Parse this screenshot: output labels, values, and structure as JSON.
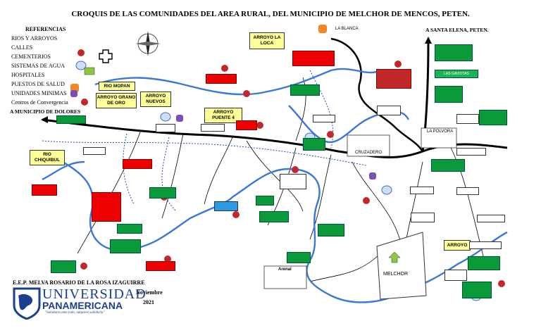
{
  "title": "CROQUIS DE LAS COMUNIDADES DEL AREA RURAL, DEL MUNICIPIO DE MELCHOR DE MENCOS, PETEN.",
  "legend": {
    "heading": "REFERENCIAS",
    "items": [
      {
        "label": "RIOS Y ARROYOS"
      },
      {
        "label": "CALLES"
      },
      {
        "label": "CEMENTERIOS"
      },
      {
        "label": "SISTEMAS DE AGUA"
      },
      {
        "label": "HOSPITALES"
      },
      {
        "label": "PUESTOS DE SALUD"
      },
      {
        "label": "UNIDADES MINIMAS"
      },
      {
        "label": "Centros de Convergencia"
      }
    ]
  },
  "directions": {
    "to_dolores": "A MUNICIPIO DE DOLORES",
    "to_santa_elena": "A SANTA ELENA, PETEN."
  },
  "water_labels": {
    "rio_mopan": "RIO MOPAN",
    "grano_de_oro": "ARROYO GRANO DE ORO",
    "arroyo_nuevos": "ARROYO NUEVOS",
    "arroyo_puente4": "ARROYO PUENTE 4",
    "arroyo_la_loca": "ARROYO LA LOCA",
    "rio_chiquibul": "RIO CHIQUIBUL",
    "arroyo_right": "ARROYO"
  },
  "places": {
    "la_blanca": "LA BLANCA",
    "la_polvora": "LA POLVORA",
    "cruzadero": "CRUZADERO",
    "melchor": "MELCHOR",
    "arenal": "Arenal",
    "las_gaviotas": "LAS GAVIOTAS"
  },
  "footer": {
    "school": "E.E.P. MELVA ROSARIO DE LA ROSA IZAGUIRRE",
    "month": "Noviembre",
    "year": "2021",
    "uni_line1": "UNIVERSIDAD",
    "uni_line2": "PANAMERICANA",
    "motto": "\"Sabiduría ante todo, adquiere sabiduría\""
  },
  "colors": {
    "river": "#3a78d8",
    "road": "#000000",
    "community_green": "#0a9a3a",
    "community_red": "#e00000",
    "label_yellow": "#ffff99",
    "cemetery": "#c0282a",
    "health_post": "#f2872a",
    "minimal_unit": "#7c4fb5",
    "brand_blue": "#1b3f8f"
  },
  "icons": [
    "compass-rose-icon",
    "hospital-cross-icon",
    "water-tank-icon",
    "cemetery-icon",
    "health-post-icon",
    "minimal-unit-icon",
    "convergence-center-icon",
    "house-icon"
  ]
}
